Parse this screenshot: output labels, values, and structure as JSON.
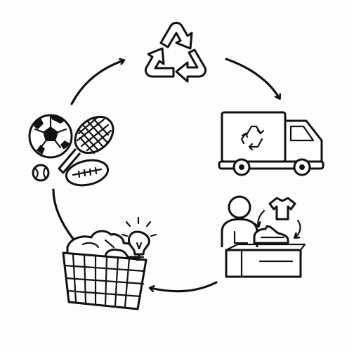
{
  "diagram": {
    "type": "cycle",
    "steps": [
      {
        "id": "recycle",
        "icon": "recycle-symbol-icon"
      },
      {
        "id": "transport",
        "icon": "recycling-truck-icon"
      },
      {
        "id": "sorting",
        "icon": "person-sorting-donations-icon"
      },
      {
        "id": "upcycle",
        "icon": "basket-of-clothes-with-idea-icon"
      },
      {
        "id": "sports-gear",
        "icon": "sports-equipment-icon"
      }
    ],
    "arrow_direction": "clockwise",
    "colors": {
      "background": "#fdfdfd",
      "ink": "#111111"
    }
  }
}
